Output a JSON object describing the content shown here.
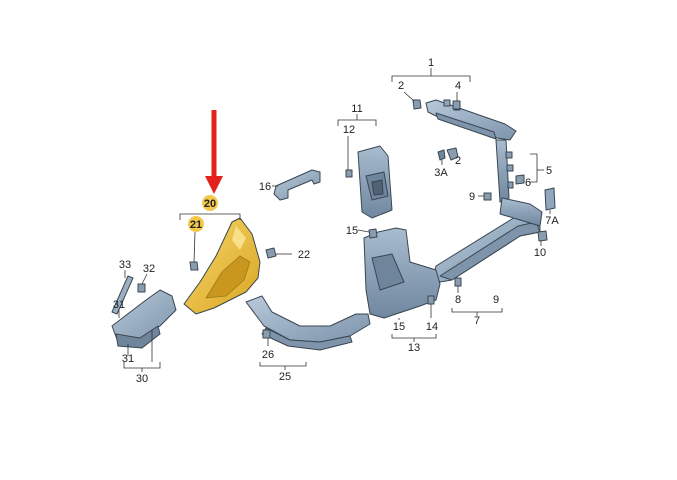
{
  "colors": {
    "part_fill": "#8fa6bd",
    "part_dark": "#6e859c",
    "part_light": "#b4c5d6",
    "highlight_fill": "#f0c541",
    "highlight_dark": "#d9a826",
    "badge_fill": "#f2c94c",
    "arrow": "#e3231b"
  },
  "callouts": {
    "c1": "1",
    "c2a": "2",
    "c4": "4",
    "c2b": "2",
    "c3a": "3A",
    "c5": "5",
    "c6": "6",
    "c9a": "9",
    "c7a": "7A",
    "c10": "10",
    "c11": "11",
    "c12": "12",
    "c16": "16",
    "c15a": "15",
    "c22": "22",
    "c8": "8",
    "c7": "7",
    "c9b": "9",
    "c15b": "15",
    "c14": "14",
    "c13": "13",
    "c20": "20",
    "c21": "21",
    "c33": "33",
    "c32": "32",
    "c31": "31",
    "c30": "30",
    "c26": "26",
    "c25": "25"
  },
  "icons": {
    "arrow": "red-down-arrow-icon",
    "clip": "clip-fastener-icon"
  }
}
